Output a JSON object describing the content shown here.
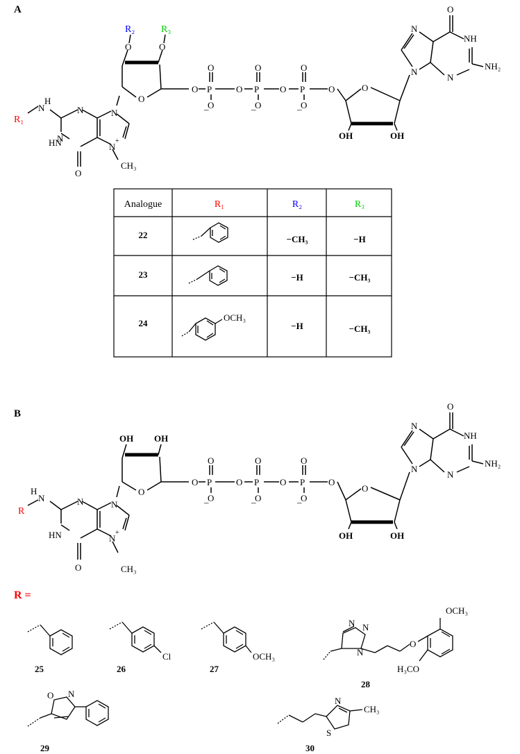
{
  "panels": {
    "a": {
      "letter": "A"
    },
    "b": {
      "letter": "B"
    }
  },
  "atoms": {
    "O": "O",
    "N": "N",
    "NH": "NH",
    "HN": "HN",
    "H": "H",
    "OH": "OH",
    "P": "P",
    "S": "S",
    "Cl": "Cl",
    "NH2": "NH₂",
    "CH3": "CH₃",
    "OCH3": "OCH₃",
    "H3CO": "H₃CO",
    "plus": "+",
    "minus": "–"
  },
  "r_groups": {
    "r1": "R₁",
    "r2": "R₂",
    "r3": "R₃",
    "r": "R",
    "r_equals": "R ="
  },
  "table": {
    "headers": [
      "Analogue",
      "R₁",
      "R₂",
      "R₃"
    ],
    "rows": [
      {
        "analogue": "22",
        "r2": "−CH₃",
        "r3": "−H"
      },
      {
        "analogue": "23",
        "r2": "−H",
        "r3": "−CH₃"
      },
      {
        "analogue": "24",
        "r2": "−H",
        "r3": "−CH₃"
      }
    ]
  },
  "compounds": [
    "25",
    "26",
    "27",
    "28",
    "29",
    "30"
  ],
  "colors": {
    "r1": "#ff0000",
    "r2": "#0000ff",
    "r3": "#00cc00",
    "r": "#ff0000",
    "text": "#000000"
  }
}
